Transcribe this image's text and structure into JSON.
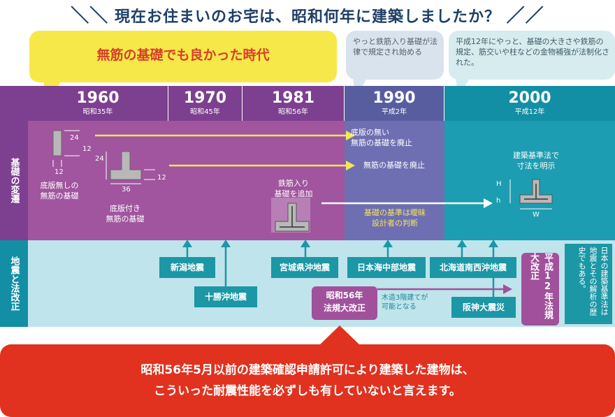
{
  "header": {
    "title": "現在お住まいのお宅は、昭和何年に建築しましたか？",
    "left_slashes": "＼＼",
    "right_slashes": "／／"
  },
  "bubbles": {
    "yellow": "無筋の基礎でも良かった時代",
    "grey": "やっと鉄筋入り基礎が法律で規定され始める",
    "teal": "平成12年にやっと、基礎の大きさや鉄筋の規定、筋交いや柱などの金物補強が法制化された。"
  },
  "timeline": [
    {
      "year": "1960",
      "era": "昭和35年"
    },
    {
      "year": "1970",
      "era": "昭和45年"
    },
    {
      "year": "1981",
      "era": "昭和56年"
    },
    {
      "year": "1990",
      "era": "平成2年"
    },
    {
      "year": "2000",
      "era": "平成12年"
    }
  ],
  "rows": {
    "foundation": "基礎の変遷",
    "earthquake": "地震と法改正"
  },
  "foundation": {
    "f1_label_line1": "底版無しの",
    "f1_label_line2": "無筋の基礎",
    "f1_dims": {
      "a": "24",
      "b": "12",
      "c": "12"
    },
    "f2_label_line1": "底版付き",
    "f2_label_line2": "無筋の基礎",
    "f2_dims": {
      "a": "24",
      "b": "12",
      "c": "36"
    },
    "f3_label_line1": "鉄筋入り",
    "f3_label_line2": "基礎を追加",
    "abolish1_line1": "底版の無い",
    "abolish1_line2": "無筋の基礎を廃止",
    "abolish2": "無筋の基礎を廃止",
    "vague_line1": "基礎の基準は曖昧",
    "vague_line2": "設計者の判断",
    "clarify_line1": "建築基準法で",
    "clarify_line2": "寸法を明示",
    "f4_dims": {
      "h1": "H",
      "h2": "h",
      "w": "W"
    }
  },
  "earthquakes": [
    {
      "name": "新潟地震"
    },
    {
      "name": "十勝沖地震"
    },
    {
      "name": "宮城県沖地震"
    },
    {
      "name": "日本海中部地震"
    },
    {
      "name": "北海道南西沖地震"
    },
    {
      "name": "阪神大震災"
    }
  ],
  "law_1981": {
    "line1": "昭和56年",
    "line2": "法規大改正",
    "note_line1": "木造3階建てが",
    "note_line2": "可能となる"
  },
  "law_2000": {
    "text": "平成12年法規大改正"
  },
  "side_note": "日本の建築基準法は地震とその解析の歴史でもある。",
  "bottom": {
    "line1": "昭和56年5月以前の建築確認申請許可により建築した建物は、",
    "line2": "こういった耐震性能を必ずしも有していないと言えます。"
  },
  "colors": {
    "navy": "#1e3f66",
    "purple": "#7d3f8f",
    "violet": "#575d9f",
    "teal": "#128fa4",
    "red": "#e0321f",
    "yellow": "#f7e84a"
  }
}
